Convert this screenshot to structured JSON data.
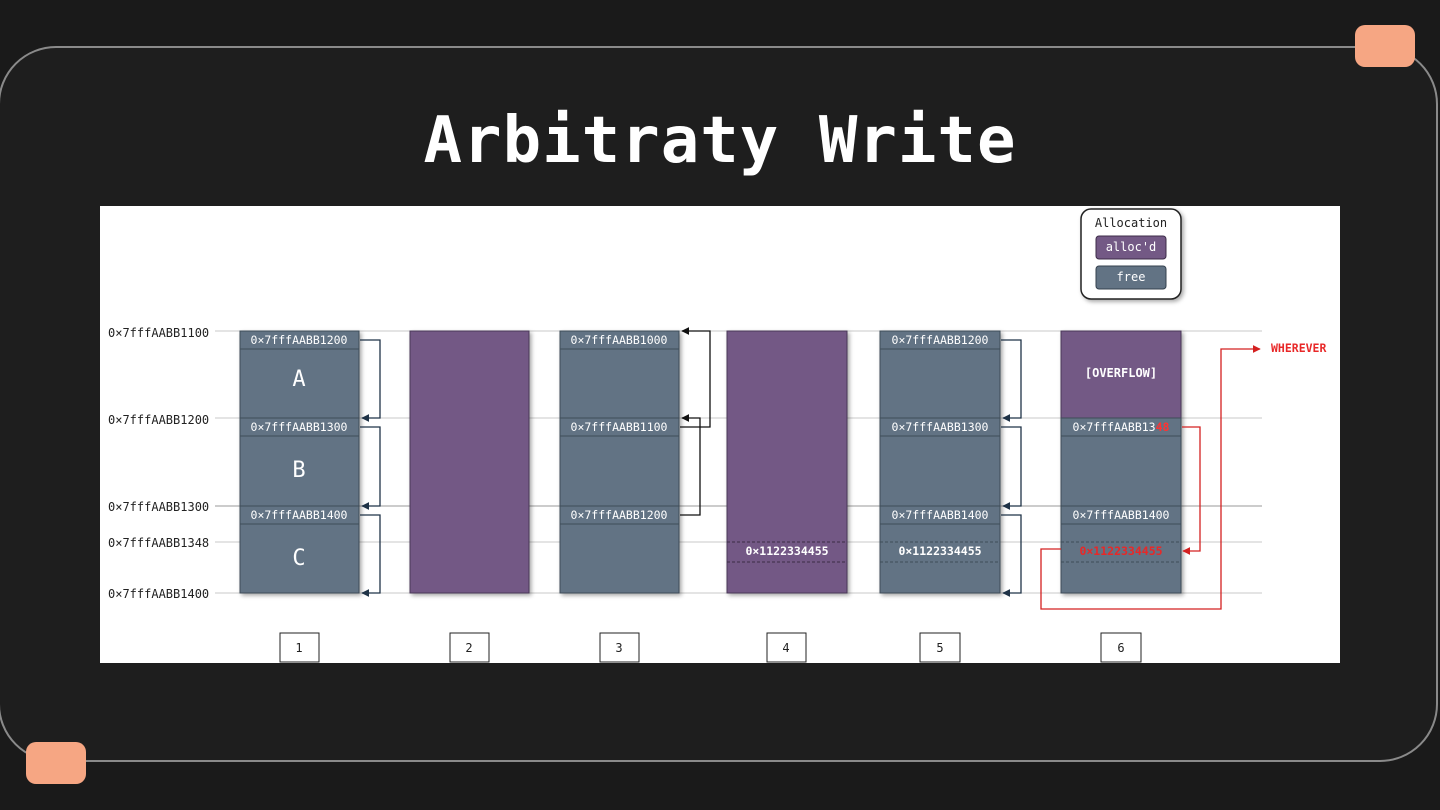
{
  "title": "Arbitraty Write",
  "legend": {
    "title": "Allocation",
    "allocd": "alloc'd",
    "free": "free"
  },
  "addresses": [
    "0×7fffAABB1100",
    "0×7fffAABB1200",
    "0×7fffAABB1300",
    "0×7fffAABB1348",
    "0×7fffAABB1400"
  ],
  "steps": [
    "1",
    "2",
    "3",
    "4",
    "5",
    "6"
  ],
  "col1": {
    "ptr_a": "0×7fffAABB1200",
    "ptr_b": "0×7fffAABB1300",
    "ptr_c": "0×7fffAABB1400",
    "label_a": "A",
    "label_b": "B",
    "label_c": "C"
  },
  "col3": {
    "ptr_a": "0×7fffAABB1000",
    "ptr_b": "0×7fffAABB1100",
    "ptr_c": "0×7fffAABB1200"
  },
  "col4": {
    "value": "0×1122334455"
  },
  "col5": {
    "ptr_a": "0×7fffAABB1200",
    "ptr_b": "0×7fffAABB1300",
    "ptr_c": "0×7fffAABB1400",
    "value": "0×1122334455"
  },
  "col6": {
    "overflow": "[OVERFLOW]",
    "ptr_b_prefix": "0×7fffAABB13",
    "ptr_b_suffix": "48",
    "ptr_c": "0×7fffAABB1400",
    "value": "0×1122334455",
    "target": "WHEREVER"
  },
  "colors": {
    "free": "#627384",
    "allocd": "#735985",
    "arrow": "#1f3347",
    "red": "#d42020"
  }
}
